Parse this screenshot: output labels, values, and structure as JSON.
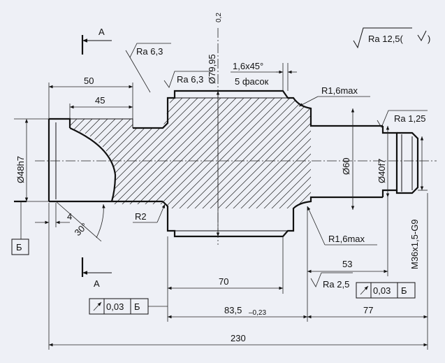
{
  "roughness_general": "Ra 12,5(",
  "section_a": "А",
  "section_b": "Б",
  "dims": {
    "d_79": "Ø79,95",
    "d_79_tol": "0,2",
    "d_48": "Ø48h7",
    "d_60": "Ø60",
    "d_40": "Ø40f7",
    "thread": "M36x1,5-G9",
    "len_50": "50",
    "len_45": "45",
    "len_4": "4",
    "angle_30": "30°",
    "len_70": "70",
    "len_83": "83,5",
    "len_83_tol": "–0,23",
    "len_53": "53",
    "len_77": "77",
    "len_230": "230",
    "chamfer": "1,6x45°",
    "chamfer_count": "5 фасок",
    "r2": "R2",
    "r16_top": "R1,6max",
    "r16_bot": "R1,6max"
  },
  "roughness": {
    "ra63_a": "Ra 6,3",
    "ra63_b": "Ra 6,3",
    "ra125": "Ra 1,25",
    "ra25": "Ra 2,5"
  },
  "tolerance_frames": {
    "left": {
      "value": "0,03",
      "datum": "Б"
    },
    "right": {
      "value": "0,03",
      "datum": "Б"
    }
  }
}
